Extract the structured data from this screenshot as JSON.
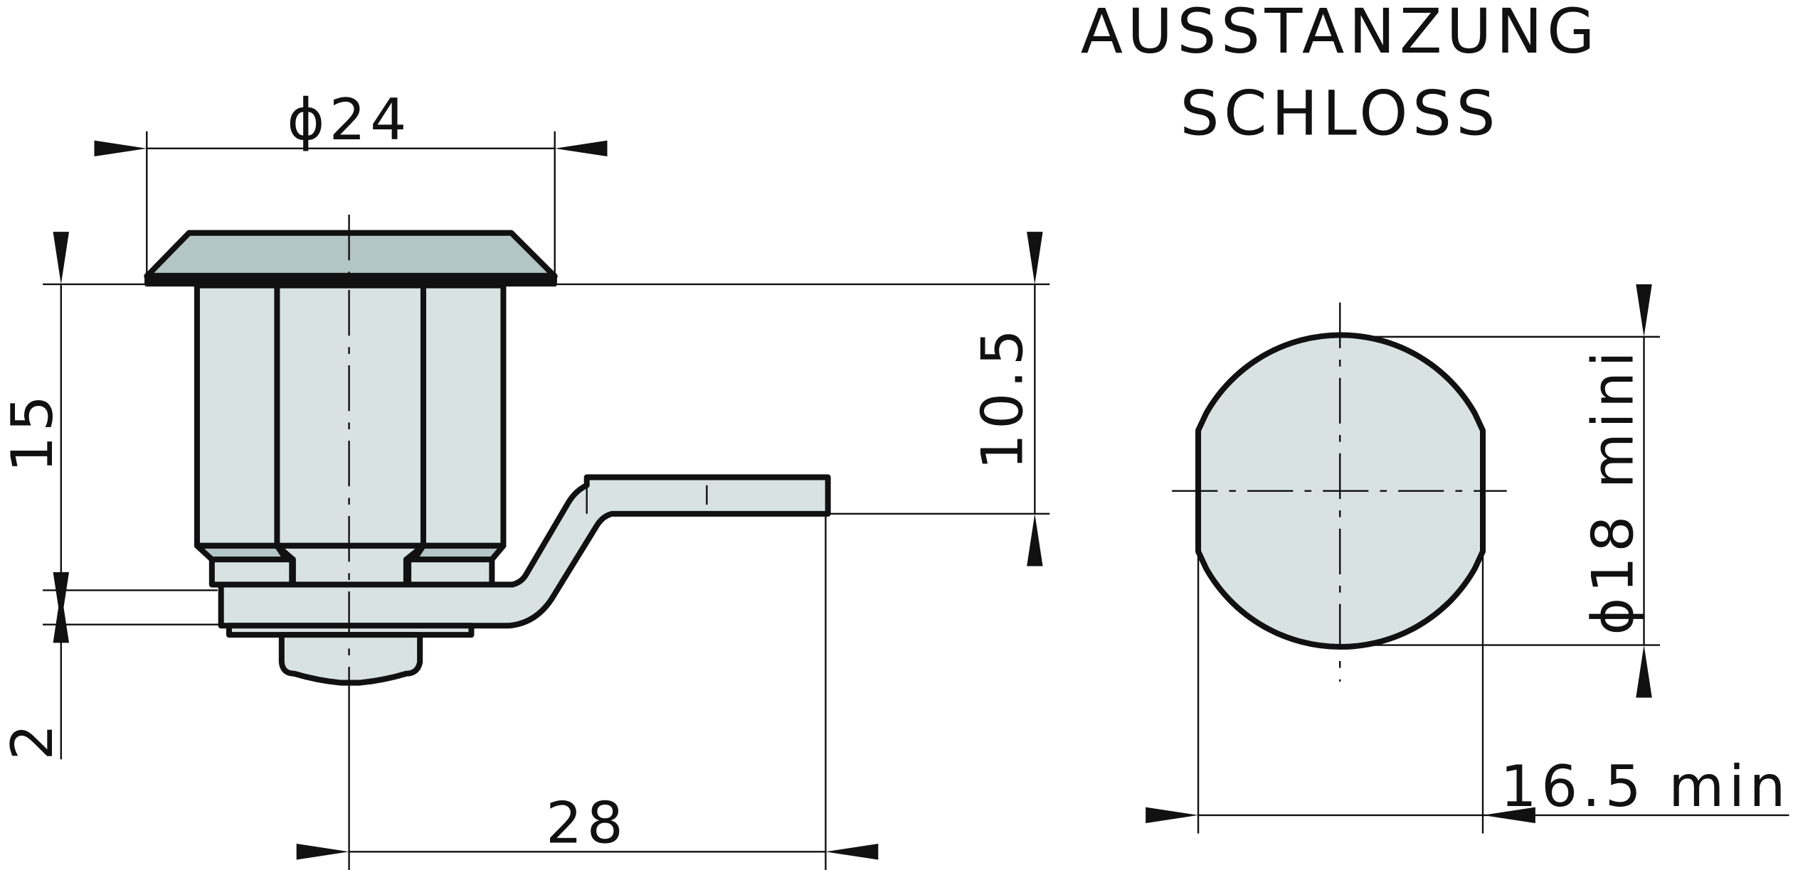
{
  "title": {
    "line1": "AUSSTANZUNG",
    "line2": "SCHLOSS"
  },
  "dimensions": {
    "flange_diameter": "ϕ24",
    "body_height": "15",
    "lower_height": "2",
    "cam_height": "10.5",
    "cam_length": "28",
    "cutout_diameter": "ϕ18 mini",
    "cutout_width": "16.5 mini"
  },
  "colors": {
    "fill_light": "#d8e3e1",
    "fill_dark": "#b3c5c4",
    "line": "#111111"
  }
}
